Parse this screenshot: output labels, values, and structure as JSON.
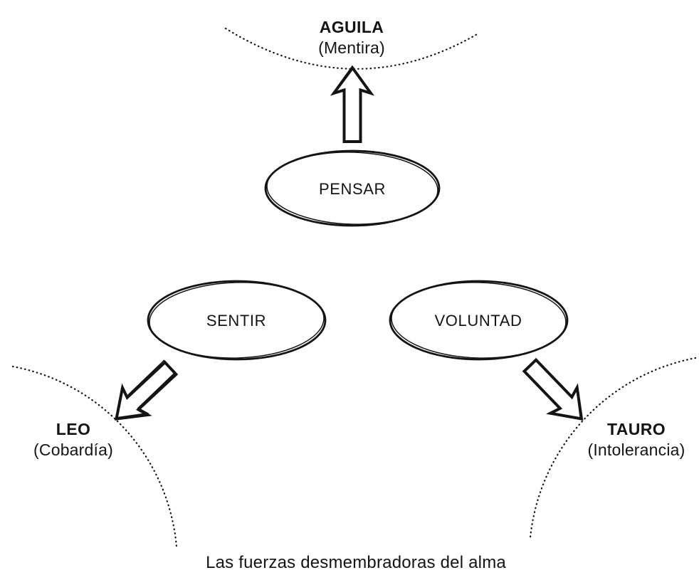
{
  "diagram": {
    "caption": "Las fuerzas desmembradoras del alma",
    "soul_forces": {
      "pensar": {
        "label": "PENSAR"
      },
      "sentir": {
        "label": "SENTIR"
      },
      "voluntad": {
        "label": "VOLUNTAD"
      }
    },
    "animal_forces": {
      "aguila": {
        "name": "AGUILA",
        "vice": "(Mentira)"
      },
      "leo": {
        "name": "LEO",
        "vice": "(Cobardía)"
      },
      "tauro": {
        "name": "TAURO",
        "vice": "(Intolerancia)"
      }
    },
    "colors": {
      "ink": "#141414",
      "background": "#ffffff"
    }
  }
}
